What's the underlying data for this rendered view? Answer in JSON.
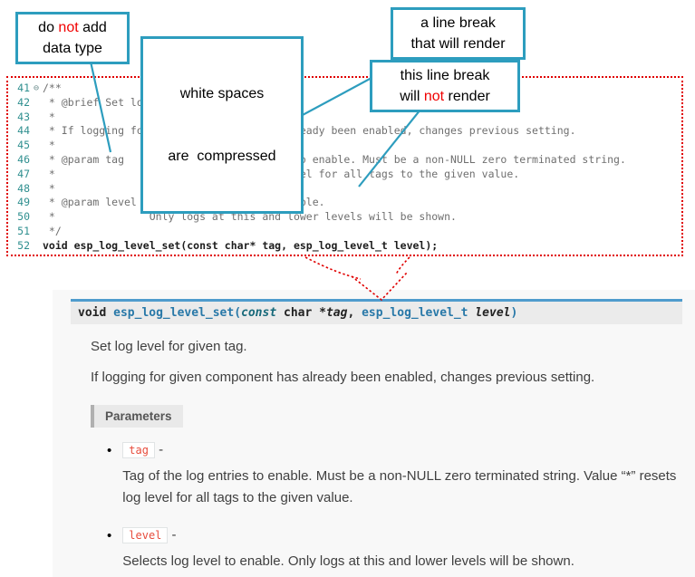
{
  "callouts": {
    "no_datatype": {
      "l1a": "do ",
      "l1b": "not",
      "l1c": " add",
      "l2": "data type"
    },
    "whitespace": {
      "l1": "white spaces",
      "l2": "are  compressed"
    },
    "break_render": {
      "l1": "a line break",
      "l2": "that will render"
    },
    "break_norender": {
      "l1": "this line break",
      "l2a": "will ",
      "l2b": "not",
      "l2c": " render"
    }
  },
  "code": {
    "fold_marker": "⊖",
    "lines": [
      {
        "n": "41",
        "t": "/**"
      },
      {
        "n": "42",
        "t": " * @brief Set log level for given tag"
      },
      {
        "n": "43",
        "t": " *"
      },
      {
        "n": "44",
        "t": " * If logging for given component has already been enabled, changes previous setting."
      },
      {
        "n": "45",
        "t": " *"
      },
      {
        "n": "46",
        "t": " * @param tag    Tag of the log entries to enable. Must be a non-NULL zero terminated string."
      },
      {
        "n": "47",
        "t": " *               Value \"*\" resets log level for all tags to the given value."
      },
      {
        "n": "48",
        "t": " *"
      },
      {
        "n": "49",
        "t": " * @param level  Selects log level to enable."
      },
      {
        "n": "50",
        "t": " *               Only logs at this and lower levels will be shown."
      },
      {
        "n": "51",
        "t": " */"
      },
      {
        "n": "52",
        "t": "void esp_log_level_set(const char* tag, esp_log_level_t level);"
      }
    ]
  },
  "doc": {
    "signature": {
      "ret": "void ",
      "name": "esp_log_level_set",
      "paren_open": "(",
      "const_kw": "const",
      "char_type": " char *",
      "arg1": "tag",
      "comma": ", ",
      "type2": "esp_log_level_t ",
      "arg2": "level",
      "paren_close": ")"
    },
    "brief": "Set log level for given tag.",
    "description": "If logging for given component has already been enabled, changes previous setting.",
    "parameters_label": "Parameters",
    "bullet": "•",
    "params": [
      {
        "name": "tag",
        "sep": " -",
        "desc": "Tag of the log entries to enable. Must be a non-NULL zero terminated string. Value “*” resets log level for all tags to the given value."
      },
      {
        "name": "level",
        "sep": " -",
        "desc": "Selects log level to enable. Only logs at this and lower levels will be shown."
      }
    ]
  },
  "colors": {
    "callout_border": "#2d9dbe",
    "dotted_red": "#e00000",
    "highlight_red": "#f00000",
    "signature_top_border": "#4f9ccd",
    "param_name_red": "#e74c3c"
  }
}
